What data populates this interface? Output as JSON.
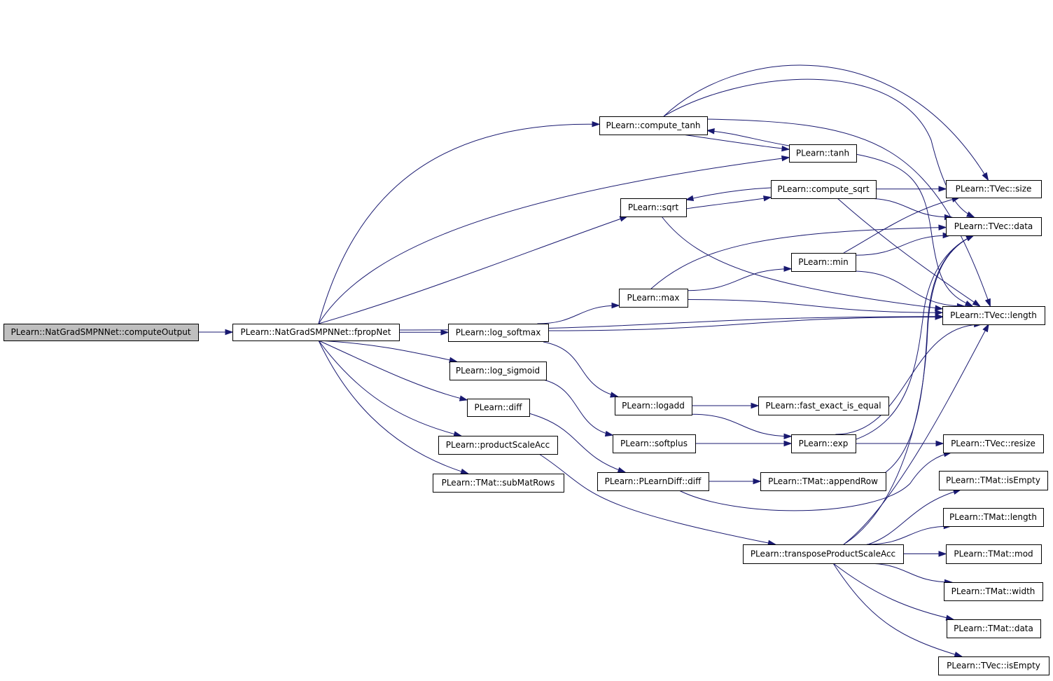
{
  "graph": {
    "nodes": [
      {
        "id": "computeOutput",
        "label": "PLearn::NatGradSMPNNet::computeOutput",
        "root": true
      },
      {
        "id": "fpropNet",
        "label": "PLearn::NatGradSMPNNet::fpropNet"
      },
      {
        "id": "compute_tanh",
        "label": "PLearn::compute_tanh"
      },
      {
        "id": "tanh",
        "label": "PLearn::tanh"
      },
      {
        "id": "compute_sqrt",
        "label": "PLearn::compute_sqrt"
      },
      {
        "id": "sqrt",
        "label": "PLearn::sqrt"
      },
      {
        "id": "min",
        "label": "PLearn::min"
      },
      {
        "id": "max",
        "label": "PLearn::max"
      },
      {
        "id": "log_softmax",
        "label": "PLearn::log_softmax"
      },
      {
        "id": "log_sigmoid",
        "label": "PLearn::log_sigmoid"
      },
      {
        "id": "diff",
        "label": "PLearn::diff"
      },
      {
        "id": "productScaleAcc",
        "label": "PLearn::productScaleAcc"
      },
      {
        "id": "subMatRows",
        "label": "PLearn::TMat::subMatRows"
      },
      {
        "id": "logadd",
        "label": "PLearn::logadd"
      },
      {
        "id": "fast_exact_is_equal",
        "label": "PLearn::fast_exact_is_equal"
      },
      {
        "id": "softplus",
        "label": "PLearn::softplus"
      },
      {
        "id": "exp",
        "label": "PLearn::exp"
      },
      {
        "id": "plearndiff",
        "label": "PLearn::PLearnDiff::diff"
      },
      {
        "id": "appendRow",
        "label": "PLearn::TMat::appendRow"
      },
      {
        "id": "transposeProductScaleAcc",
        "label": "PLearn::transposeProductScaleAcc"
      },
      {
        "id": "tvec_size",
        "label": "PLearn::TVec::size"
      },
      {
        "id": "tvec_data",
        "label": "PLearn::TVec::data"
      },
      {
        "id": "tvec_length",
        "label": "PLearn::TVec::length"
      },
      {
        "id": "tvec_resize",
        "label": "PLearn::TVec::resize"
      },
      {
        "id": "tmat_isEmpty",
        "label": "PLearn::TMat::isEmpty"
      },
      {
        "id": "tmat_length",
        "label": "PLearn::TMat::length"
      },
      {
        "id": "tmat_mod",
        "label": "PLearn::TMat::mod"
      },
      {
        "id": "tmat_width",
        "label": "PLearn::TMat::width"
      },
      {
        "id": "tmat_data",
        "label": "PLearn::TMat::data"
      },
      {
        "id": "tvec_isEmpty",
        "label": "PLearn::TVec::isEmpty"
      }
    ],
    "edges": [
      {
        "from": "computeOutput",
        "to": "fpropNet"
      },
      {
        "from": "fpropNet",
        "to": "compute_tanh"
      },
      {
        "from": "fpropNet",
        "to": "tanh"
      },
      {
        "from": "fpropNet",
        "to": "sqrt"
      },
      {
        "from": "fpropNet",
        "to": "log_softmax"
      },
      {
        "from": "fpropNet",
        "to": "log_sigmoid"
      },
      {
        "from": "fpropNet",
        "to": "diff"
      },
      {
        "from": "fpropNet",
        "to": "productScaleAcc"
      },
      {
        "from": "fpropNet",
        "to": "subMatRows"
      },
      {
        "from": "fpropNet",
        "to": "tvec_length"
      },
      {
        "from": "compute_tanh",
        "to": "tanh"
      },
      {
        "from": "tanh",
        "to": "compute_tanh"
      },
      {
        "from": "compute_tanh",
        "to": "tvec_size"
      },
      {
        "from": "compute_tanh",
        "to": "tvec_data"
      },
      {
        "from": "compute_tanh",
        "to": "tvec_length"
      },
      {
        "from": "tanh",
        "to": "tvec_length"
      },
      {
        "from": "sqrt",
        "to": "compute_sqrt"
      },
      {
        "from": "compute_sqrt",
        "to": "sqrt"
      },
      {
        "from": "compute_sqrt",
        "to": "tvec_size"
      },
      {
        "from": "compute_sqrt",
        "to": "tvec_data"
      },
      {
        "from": "compute_sqrt",
        "to": "tvec_length"
      },
      {
        "from": "sqrt",
        "to": "tvec_length"
      },
      {
        "from": "log_softmax",
        "to": "max"
      },
      {
        "from": "log_softmax",
        "to": "logadd"
      },
      {
        "from": "log_softmax",
        "to": "tvec_length"
      },
      {
        "from": "max",
        "to": "min"
      },
      {
        "from": "max",
        "to": "tvec_data"
      },
      {
        "from": "max",
        "to": "tvec_length"
      },
      {
        "from": "min",
        "to": "tvec_size"
      },
      {
        "from": "min",
        "to": "tvec_data"
      },
      {
        "from": "min",
        "to": "tvec_length"
      },
      {
        "from": "log_sigmoid",
        "to": "softplus"
      },
      {
        "from": "diff",
        "to": "plearndiff"
      },
      {
        "from": "productScaleAcc",
        "to": "transposeProductScaleAcc"
      },
      {
        "from": "logadd",
        "to": "fast_exact_is_equal"
      },
      {
        "from": "logadd",
        "to": "exp"
      },
      {
        "from": "softplus",
        "to": "exp"
      },
      {
        "from": "exp",
        "to": "tvec_data"
      },
      {
        "from": "exp",
        "to": "tvec_length"
      },
      {
        "from": "exp",
        "to": "tvec_resize"
      },
      {
        "from": "plearndiff",
        "to": "appendRow"
      },
      {
        "from": "plearndiff",
        "to": "tvec_resize"
      },
      {
        "from": "appendRow",
        "to": "tvec_data"
      },
      {
        "from": "transposeProductScaleAcc",
        "to": "tvec_data"
      },
      {
        "from": "transposeProductScaleAcc",
        "to": "tvec_length"
      },
      {
        "from": "transposeProductScaleAcc",
        "to": "tmat_isEmpty"
      },
      {
        "from": "transposeProductScaleAcc",
        "to": "tmat_length"
      },
      {
        "from": "transposeProductScaleAcc",
        "to": "tmat_mod"
      },
      {
        "from": "transposeProductScaleAcc",
        "to": "tmat_width"
      },
      {
        "from": "transposeProductScaleAcc",
        "to": "tmat_data"
      },
      {
        "from": "transposeProductScaleAcc",
        "to": "tvec_isEmpty"
      }
    ]
  },
  "colors": {
    "edge": "#191970",
    "root_fill": "#bfbfbf",
    "node_fill": "#ffffff",
    "node_border": "#000000"
  }
}
